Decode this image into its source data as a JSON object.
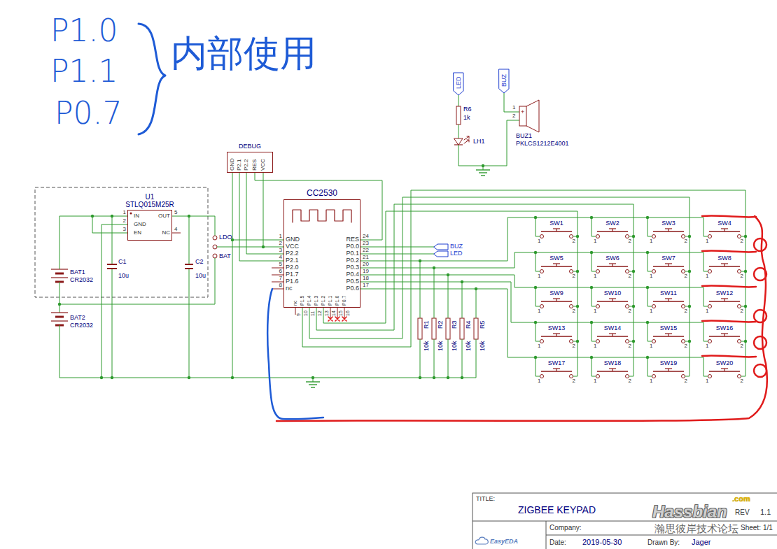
{
  "diagram": {
    "title": "ZIGBEE KEYPAD",
    "nodes": [
      {
        "text": [
          "U1",
          "STLQ015M25R"
        ]
      },
      {
        "text": [
          "DEBUG"
        ]
      },
      {
        "text": [
          "CC2530"
        ]
      }
    ],
    "edges": [
      {
        "from": 1,
        "to": 2,
        "arrow": "none"
      },
      {
        "from": 1,
        "to": 2,
        "arrow": "none"
      },
      {
        "from": 1,
        "to": 2,
        "arrow": "none"
      },
      {
        "from": 1,
        "to": 2,
        "arrow": "none"
      },
      {
        "from": 1,
        "to": 2,
        "arrow": "none"
      }
    ],
    "labels": [
      "P1.0",
      "P1.1",
      "P0.7",
      "内部使用",
      "LED",
      "BUZ",
      "R6",
      "1k",
      "LH1",
      "1",
      "2",
      "+",
      "BUZ1",
      "PKLCS1212E4001",
      "GND",
      "P2.1",
      "P2.2",
      "RES",
      "VCC",
      "1",
      "IN",
      "2",
      "GND",
      "3",
      "EN",
      "5",
      "OUT",
      "4",
      "NC",
      "C1",
      "10u",
      "C2",
      "10u",
      "LDO",
      "BAT",
      "BAT1",
      "CR2032",
      "BAT2",
      "CR2032",
      "1",
      "GND",
      "2",
      "VCC",
      "3",
      "P2.2",
      "4",
      "P2.1",
      "5",
      "P2.0",
      "6",
      "P1.7",
      "7",
      "P1.6",
      "8",
      "nc",
      "24",
      "RES",
      "23",
      "P0.0",
      "22",
      "P0.1",
      "21",
      "P0.2",
      "20",
      "P0.3",
      "19",
      "P0.4",
      "18",
      "P0.5",
      "17",
      "P0.6",
      "9",
      "nc",
      "10",
      "P1.5",
      "11",
      "P1.4",
      "12",
      "P1.3",
      "13",
      "P1.2",
      "14",
      "P1.1",
      "15",
      "P1.0",
      "16",
      "P0.7",
      "BUZ",
      "LED",
      "R1",
      "10k",
      "R2",
      "10k",
      "R3",
      "10k",
      "R4",
      "10k",
      "R5",
      "10k",
      "SW1",
      "1",
      "2",
      "SW2",
      "1",
      "2",
      "SW3",
      "1",
      "2",
      "SW4",
      "1",
      "2",
      "SW5",
      "1",
      "2",
      "SW6",
      "1",
      "2",
      "SW7",
      "1",
      "2",
      "SW8",
      "1",
      "2",
      "SW9",
      "1",
      "2",
      "SW10",
      "1",
      "2",
      "SW11",
      "1",
      "2",
      "SW12",
      "1",
      "2",
      "SW13",
      "1",
      "2",
      "SW14",
      "1",
      "2",
      "SW15",
      "1",
      "2",
      "SW16",
      "1",
      "2",
      "SW17",
      "1",
      "2",
      "SW18",
      "1",
      "2",
      "SW19",
      "1",
      "2",
      "SW20",
      "1",
      "2",
      "TITLE:",
      "REV",
      "1.1",
      "Company:",
      "Sheet:",
      "1/1",
      "Date:",
      "2019-05-30",
      "Drawn By:",
      "Jager",
      "EasyEDA",
      ".com",
      "Hassbian",
      "瀚思彼岸技术论坛"
    ]
  }
}
